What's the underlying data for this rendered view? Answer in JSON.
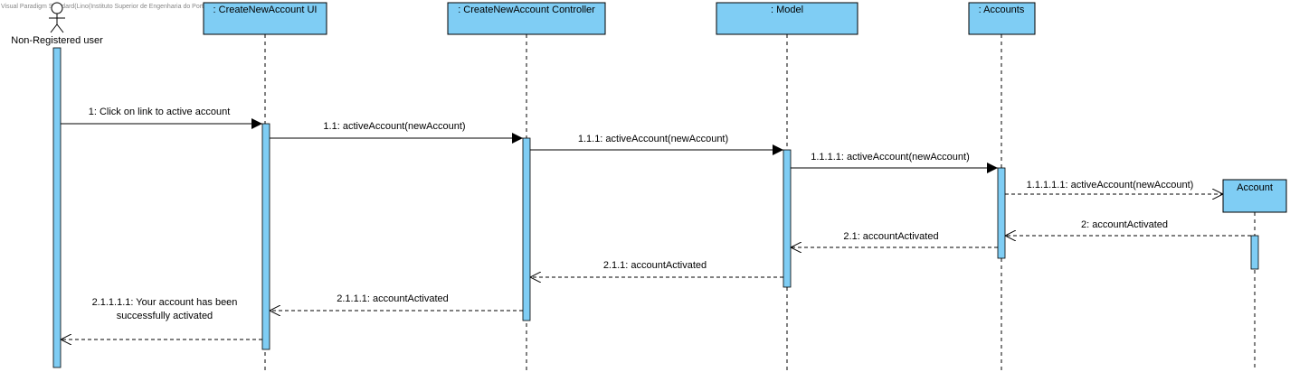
{
  "watermark": "Visual Paradigm Standard(Lino(Instituto Superior de Engenharia do Porto))",
  "actor": {
    "label": "Non-Registered user"
  },
  "participants": {
    "ui": ": CreateNewAccount UI",
    "controller": ": CreateNewAccount Controller",
    "model": ": Model",
    "accounts": ": Accounts",
    "account": "Account"
  },
  "messages": {
    "m1": "1: Click on link to active account",
    "m1_1": "1.1: activeAccount(newAccount)",
    "m1_1_1": "1.1.1: activeAccount(newAccount)",
    "m1_1_1_1": "1.1.1.1: activeAccount(newAccount)",
    "m1_1_1_1_1": "1.1.1.1.1: activeAccount(newAccount)",
    "r2": "2: accountActivated",
    "r2_1": "2.1: accountActivated",
    "r2_1_1": "2.1.1: accountActivated",
    "r2_1_1_1": "2.1.1.1: accountActivated",
    "r2_1_1_1_1_line1": "2.1.1.1.1: Your account has been",
    "r2_1_1_1_1_line2": "successfully activated"
  }
}
